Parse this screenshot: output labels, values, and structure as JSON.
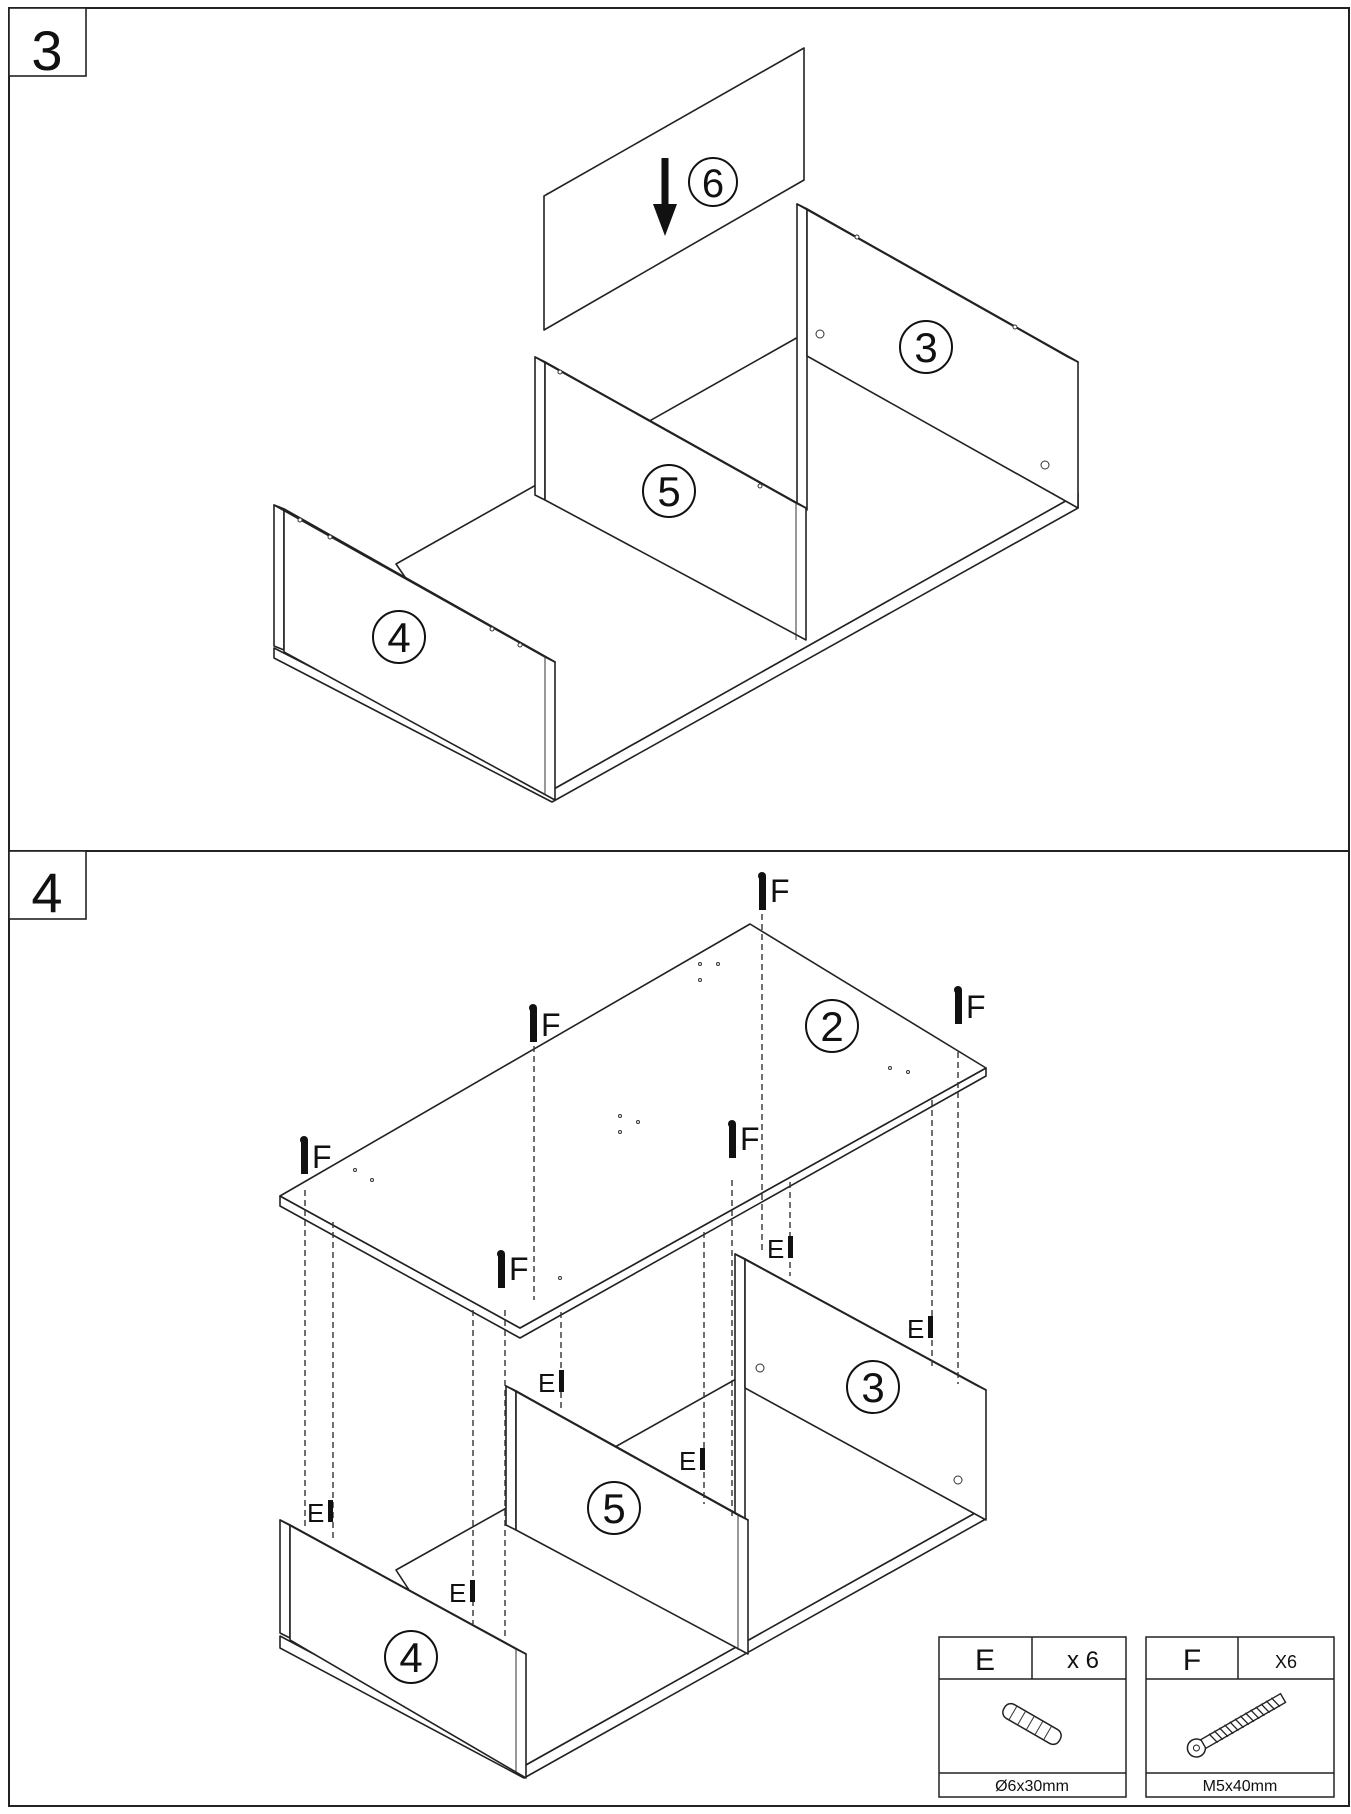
{
  "steps": [
    {
      "number": "3",
      "panel_labels": {
        "back": "3",
        "top_right": "6",
        "divider": "5",
        "side": "4"
      }
    },
    {
      "number": "4",
      "panel_labels": {
        "top": "2",
        "back": "3",
        "divider": "5",
        "side": "4"
      },
      "screw_label": "F",
      "dowel_label": "E"
    }
  ],
  "hardware": [
    {
      "letter": "E",
      "quantity": "x 6",
      "size": "Ø6x30mm",
      "icon": "dowel-icon"
    },
    {
      "letter": "F",
      "quantity": "X6",
      "size": "M5x40mm",
      "icon": "screw-icon"
    }
  ],
  "colors": {
    "line": "#222222",
    "background": "#ffffff"
  }
}
